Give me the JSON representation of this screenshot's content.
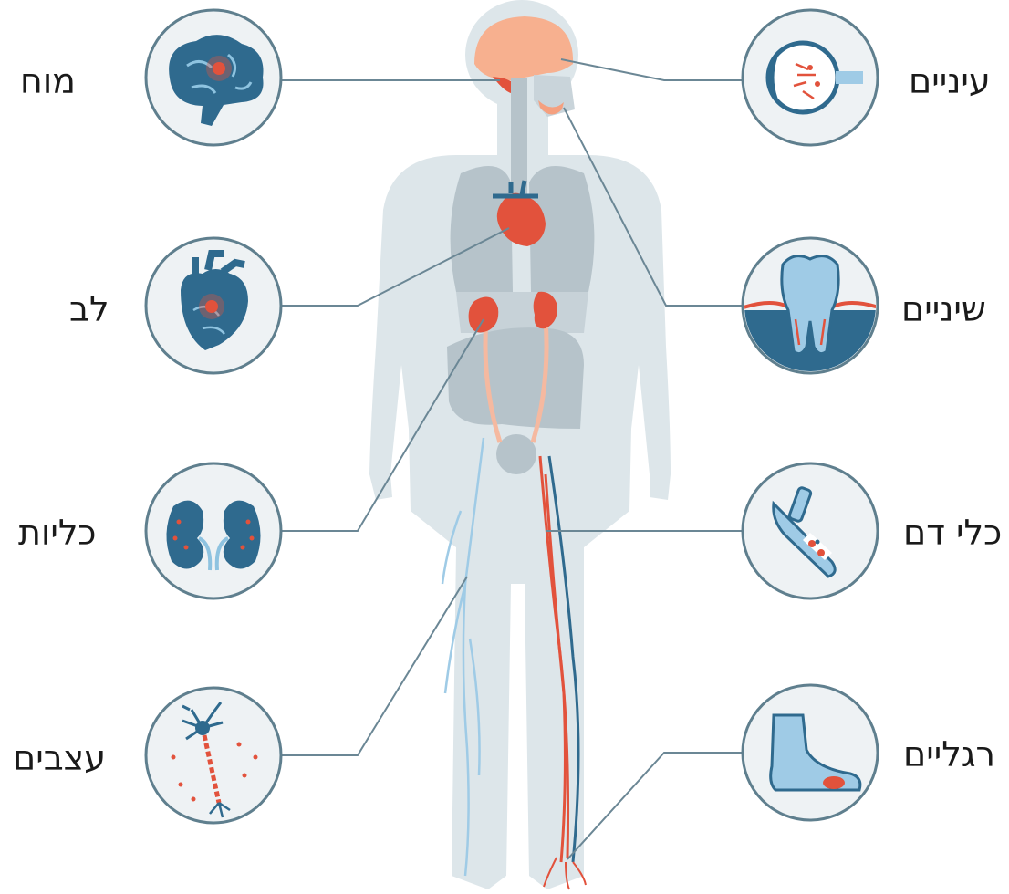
{
  "labels": {
    "brain": "מוח",
    "heart": "לב",
    "kidneys": "כליות",
    "nerves": "עצבים",
    "eyes": "עיניים",
    "teeth": "שיניים",
    "blood_vessels": "כלי דם",
    "feet": "רגליים"
  },
  "colors": {
    "body": "#dde6ea",
    "organ_gray": "#b6c3ca",
    "circle_fill": "#eef2f4",
    "circle_stroke": "#5f7f8e",
    "dark_blue": "#2f6a8e",
    "light_blue": "#9fcbe6",
    "red": "#e2523c",
    "salmon": "#f5a07f",
    "connector": "#6b8795"
  },
  "icons": [
    "brain-icon",
    "heart-icon",
    "kidneys-icon",
    "neuron-icon",
    "eye-icon",
    "tooth-icon",
    "blood-vessel-icon",
    "foot-icon"
  ]
}
